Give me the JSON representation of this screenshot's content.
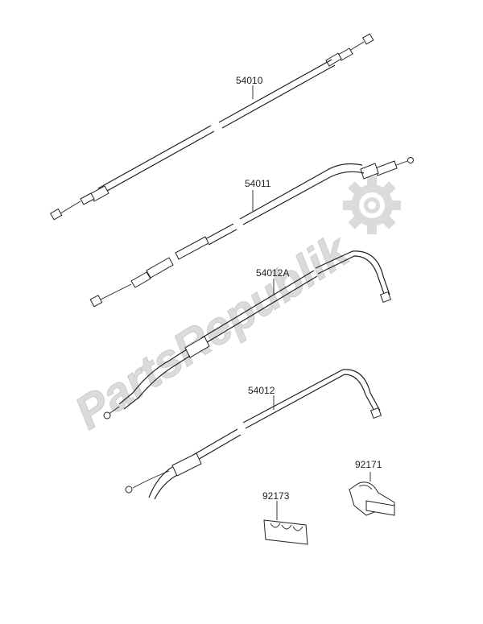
{
  "watermark": {
    "text": "PartsRepublik",
    "gear_icon": "gear-icon",
    "color": "#d6d6d6"
  },
  "parts": [
    {
      "number": "54010"
    },
    {
      "number": "54011"
    },
    {
      "number": "54012A"
    },
    {
      "number": "54012"
    },
    {
      "number": "92171"
    },
    {
      "number": "92173"
    }
  ]
}
